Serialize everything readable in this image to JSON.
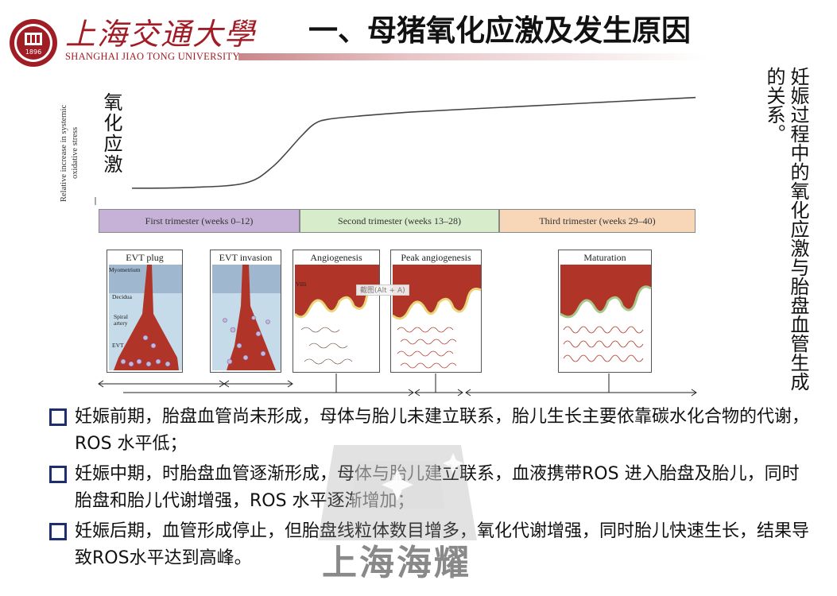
{
  "header": {
    "logo_cn": "上海交通大學",
    "logo_en": "SHANGHAI JIAO TONG UNIVERSITY",
    "logo_seal_text": "1896",
    "title": "一、母猪氧化应激及发生原因"
  },
  "vertical_note": "妊娠过程中的氧化应激与胎盘血管生成的关系。",
  "figure": {
    "y_axis_title": "Relative increase in systemic oxidative stress",
    "y_axis_cn": "氧化应激",
    "trimesters": [
      {
        "label": "First trimester (weeks 0–12)",
        "color": "#c5b2d6"
      },
      {
        "label": "Second trimester (weeks 13–28)",
        "color": "#d7eccb"
      },
      {
        "label": "Third trimester (weeks 29–40)",
        "color": "#f8d7b9"
      }
    ],
    "stages": [
      {
        "label": "EVT plug"
      },
      {
        "label": "EVT invasion"
      },
      {
        "label": "Angiogenesis"
      },
      {
        "label": "Peak angiogenesis"
      },
      {
        "label": "Maturation"
      }
    ],
    "tissue_labels": {
      "myometrium": "Myometrium",
      "decidua": "Decidua",
      "spiral_artery": "Spiral artery",
      "evt": "EVT",
      "villi": "Villi"
    },
    "overlay_tip": "截图(Alt + A)"
  },
  "bullets": [
    "妊娠前期，胎盘血管尚未形成，母体与胎儿未建立联系，胎儿生长主要依靠碳水化合物的代谢，ROS 水平低；",
    "妊娠中期，时胎盘血管逐渐形成，母体与胎儿建立联系，血液携带ROS 进入胎盘及胎儿，同时胎盘和胎儿代谢增强，ROS 水平逐渐增加；",
    "妊娠后期，血管形成停止，但胎盘线粒体数目增多，氧化代谢增强，同时胎儿快速生长，结果导致ROS水平达到高峰。"
  ],
  "watermark_text": "上海海耀",
  "colors": {
    "brand_red": "#a11d25",
    "bullet_box": "#1f2f6e",
    "tissue_red": "#b03427",
    "decidua_blue": "#c6dbe9",
    "myometrium_blue": "#9fb7cf"
  },
  "chart_data": {
    "type": "line",
    "title": "",
    "xlabel": "",
    "ylabel": "Relative increase in systemic oxidative stress",
    "x": [
      0,
      4,
      8,
      10,
      12,
      13,
      14,
      16,
      20,
      28,
      34,
      40
    ],
    "series": [
      {
        "values": [
          1,
          1.05,
          1.35,
          2.5,
          4.6,
          5.5,
          5.8,
          6.0,
          6.3,
          6.7,
          7.0,
          7.3
        ]
      }
    ],
    "categories": [
      "First trimester (weeks 0–12)",
      "Second trimester (weeks 13–28)",
      "Third trimester (weeks 29–40)"
    ],
    "xlim": [
      0,
      40
    ],
    "ylim": [
      0,
      8
    ],
    "grid": false
  }
}
